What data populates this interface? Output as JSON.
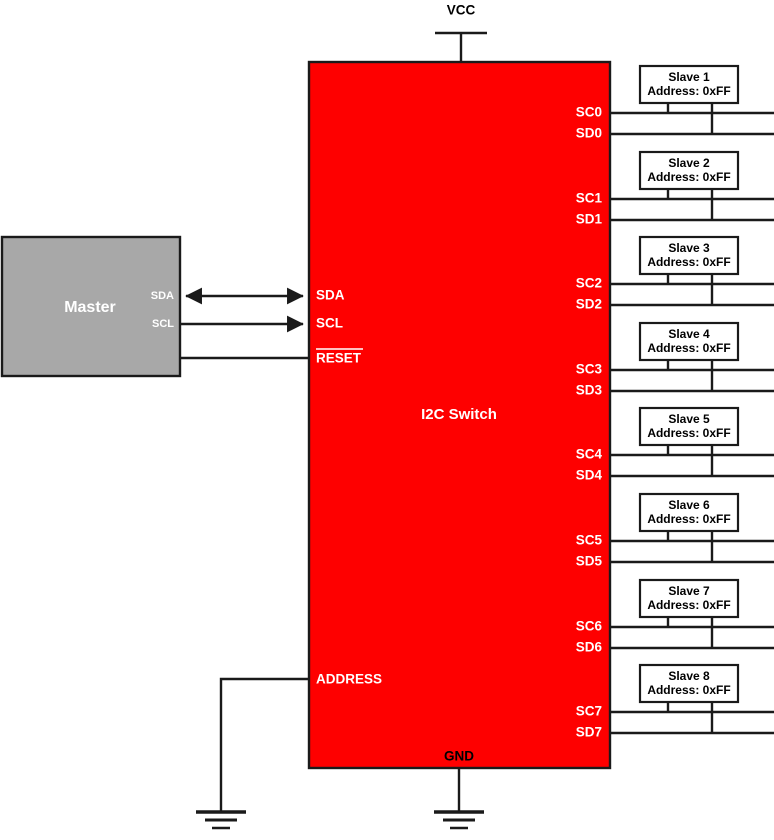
{
  "diagram": {
    "title_switch": "I2C Switch",
    "title_master": "Master",
    "power": {
      "vcc_label": "VCC",
      "gnd_label": "GND"
    },
    "colors": {
      "switch_fill": "#fe0000",
      "master_fill": "#a8a8a8",
      "slave_fill": "#ffffff",
      "wire": "#1a1a1a",
      "label_light": "#ffffff",
      "label_dark": "#000000"
    },
    "master_pins": [
      {
        "label": "SDA",
        "direction": "bidirectional"
      },
      {
        "label": "SCL",
        "direction": "output"
      }
    ],
    "switch_left_pins": [
      {
        "label": "SDA",
        "overline": false
      },
      {
        "label": "SCL",
        "overline": false
      },
      {
        "label": "RESET",
        "overline": true
      },
      {
        "label": "ADDRESS",
        "overline": false
      }
    ],
    "channels": [
      {
        "clock_label": "SC0",
        "data_label": "SD0",
        "slave_name": "Slave 1",
        "slave_address": "Address: 0xFF"
      },
      {
        "clock_label": "SC1",
        "data_label": "SD1",
        "slave_name": "Slave 2",
        "slave_address": "Address: 0xFF"
      },
      {
        "clock_label": "SC2",
        "data_label": "SD2",
        "slave_name": "Slave 3",
        "slave_address": "Address: 0xFF"
      },
      {
        "clock_label": "SC3",
        "data_label": "SD3",
        "slave_name": "Slave 4",
        "slave_address": "Address: 0xFF"
      },
      {
        "clock_label": "SC4",
        "data_label": "SD4",
        "slave_name": "Slave 5",
        "slave_address": "Address: 0xFF"
      },
      {
        "clock_label": "SC5",
        "data_label": "SD5",
        "slave_name": "Slave 6",
        "slave_address": "Address: 0xFF"
      },
      {
        "clock_label": "SC6",
        "data_label": "SD6",
        "slave_name": "Slave 7",
        "slave_address": "Address: 0xFF"
      },
      {
        "clock_label": "SC7",
        "data_label": "SD7",
        "slave_name": "Slave 8",
        "slave_address": "Address: 0xFF"
      }
    ]
  }
}
